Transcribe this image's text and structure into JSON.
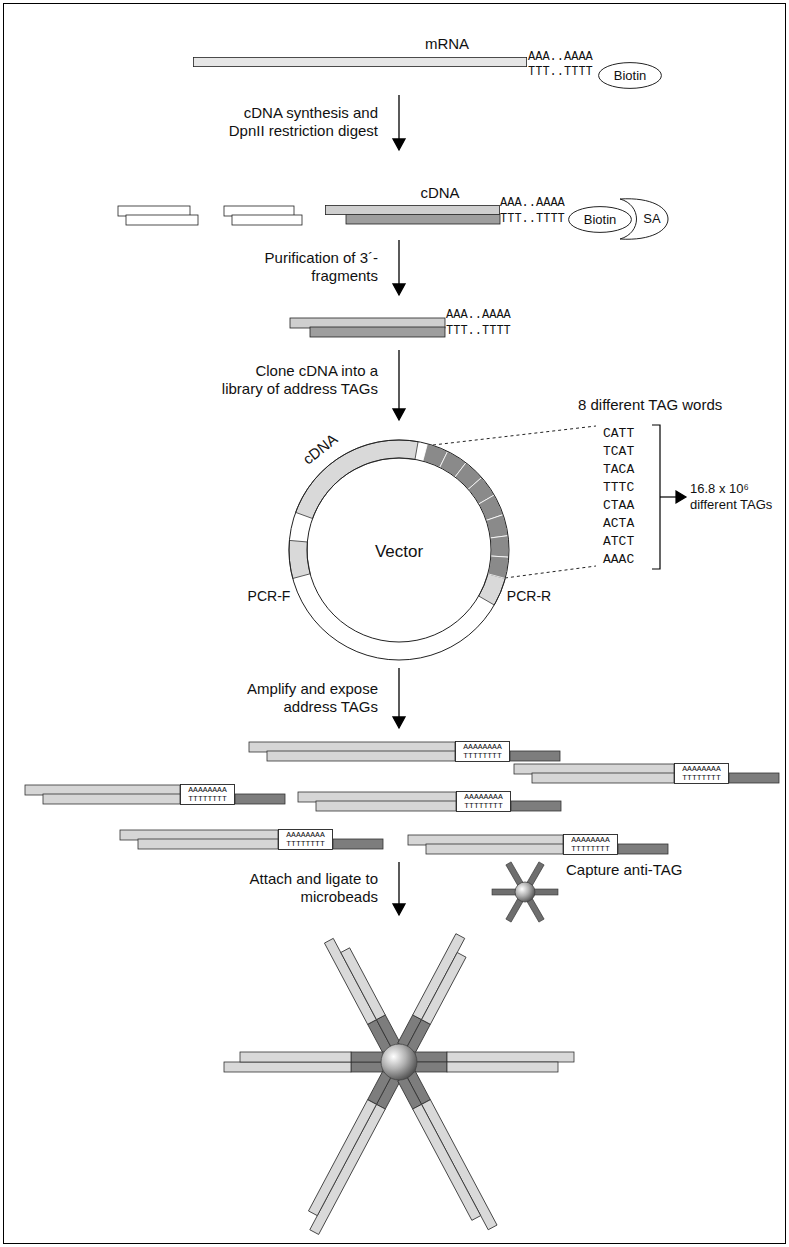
{
  "diagram": {
    "nodes": [
      {
        "text": [
          "mRNA"
        ]
      },
      {
        "text": [
          "Biotin"
        ]
      },
      {
        "text": [
          "cDNA"
        ]
      },
      {
        "text": [
          "Biotin"
        ]
      },
      {
        "text": [
          "SA"
        ]
      },
      {
        "text": [
          "cDNA",
          "PCR-F",
          "Vector",
          "PCR-R"
        ]
      },
      {
        "text": [
          "AAAAAAAA",
          "TTTTTTTT"
        ]
      },
      {
        "text": [
          "AAAAAAAA",
          "TTTTTTTT"
        ]
      },
      {
        "text": [
          "AAAAAAAA",
          "TTTTTTTT"
        ]
      },
      {
        "text": [
          "AAAAAAAA",
          "TTTTTTTT"
        ]
      },
      {
        "text": [
          "AAAAAAAA",
          "TTTTTTTT"
        ]
      },
      {
        "text": [
          "AAAAAAAA",
          "TTTTTTTT"
        ]
      },
      {
        "text": [
          "Capture anti-TAG"
        ]
      }
    ],
    "labels": [
      "AAA..AAAA",
      "TTT..TTTT",
      "cDNA synthesis and DpnII restriction digest",
      "AAA..AAAA",
      "TTT..TTTT",
      "Purification of 3´-fragments",
      "AAA..AAAA",
      "TTT..TTTT",
      "Clone cDNA into a library of address TAGs",
      "8 different TAG words",
      "CATT",
      "TCAT",
      "TACA",
      "TTTC",
      "CTAA",
      "ACTA",
      "ATCT",
      "AAAC",
      "16.8 x 10⁶ different TAGs",
      "Amplify and expose address TAGs",
      "Attach and ligate to microbeads"
    ]
  }
}
